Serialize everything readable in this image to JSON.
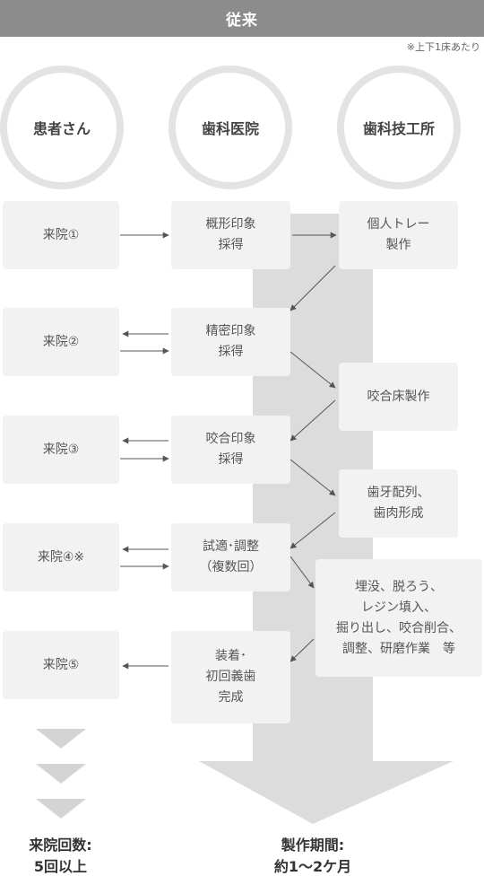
{
  "header": {
    "title": "従来"
  },
  "note": "※上下1床あたり",
  "columns": [
    {
      "label": "患者さん"
    },
    {
      "label": "歯科医院"
    },
    {
      "label": "歯科技工所"
    }
  ],
  "patient_steps": [
    {
      "label": "来院①"
    },
    {
      "label": "来院②"
    },
    {
      "label": "来院③"
    },
    {
      "label": "来院④※"
    },
    {
      "label": "来院⑤"
    }
  ],
  "clinic_steps": [
    {
      "label": "概形印象\n採得"
    },
    {
      "label": "精密印象\n採得"
    },
    {
      "label": "咬合印象\n採得"
    },
    {
      "label": "試適･調整\n（複数回）"
    },
    {
      "label": "装着･\n初回義歯\n完成"
    }
  ],
  "lab_steps": [
    {
      "label": "個人トレー\n製作"
    },
    {
      "label": "咬合床製作"
    },
    {
      "label": "歯牙配列、\n歯肉形成"
    },
    {
      "label": "埋没、脱ろう、\nレジン填入、\n掘り出し、咬合削合、\n調整、研磨作業　等"
    }
  ],
  "footer": {
    "visits": "来院回数:\n5回以上",
    "period": "製作期間:\n約1〜2ケ月"
  }
}
